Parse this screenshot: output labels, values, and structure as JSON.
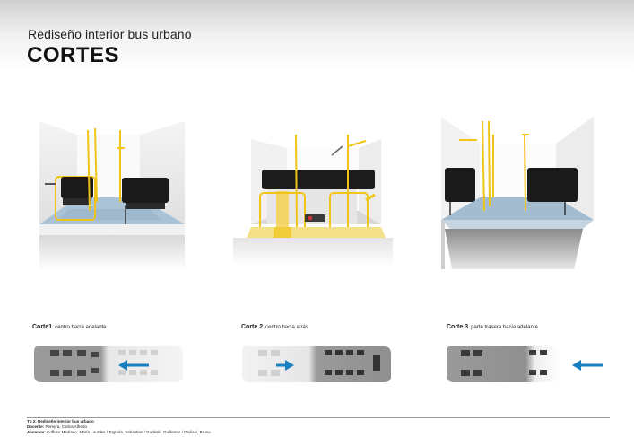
{
  "header": {
    "subtitle": "Rediseño interior bus urbano",
    "title": "CORTES"
  },
  "sections": [
    {
      "number": "Corte1",
      "description": "centro hacia adelante",
      "arrow_direction": "left"
    },
    {
      "number": "Corte 2",
      "description": "centro hacia atrás",
      "arrow_direction": "right"
    },
    {
      "number": "Corte 3",
      "description": "parte trasera hacia adelante",
      "arrow_direction": "left"
    }
  ],
  "footer": {
    "line1": "Tp 2: Rediseño interior bus urbano",
    "line2_label": "Docente:",
    "line2_value": " Pereyra, Carlos Alfredo",
    "line3_label": "Alumnos:",
    "line3_value": " Coffoso Mediano, María Lourdes / Tognola, Sebastian / Gurleski, Guillermo / Giuliani, Bruno"
  },
  "colors": {
    "accent_yellow": "#f0c419",
    "arrow_blue": "#1a7fc1",
    "floor_blue": "#8fb3cc",
    "seat_black": "#1a1a1a"
  }
}
